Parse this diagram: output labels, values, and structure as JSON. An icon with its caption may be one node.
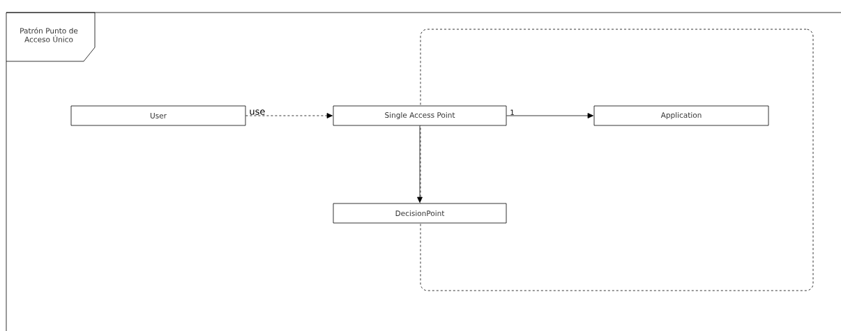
{
  "diagram": {
    "nodes": [
      {
        "text": [
          "Patrón Punto de Acceso Único"
        ]
      },
      {
        "text": [
          "User"
        ],
        "in": 0
      },
      {
        "text": [
          "Single Access Point"
        ],
        "in": 0
      },
      {
        "text": [
          "Application"
        ],
        "in": 5
      },
      {
        "text": [
          "DecisionPoint"
        ],
        "in": 0
      },
      {
        "text": [],
        "shape": "box",
        "in": 0
      }
    ],
    "edges": [
      {
        "from": 1,
        "to": 2,
        "arrow": "to",
        "style": "dashed",
        "label": "use"
      },
      {
        "from": 2,
        "to": 3,
        "arrow": "to",
        "label": "1"
      },
      {
        "from": 2,
        "to": 4,
        "arrow": "to"
      }
    ]
  }
}
